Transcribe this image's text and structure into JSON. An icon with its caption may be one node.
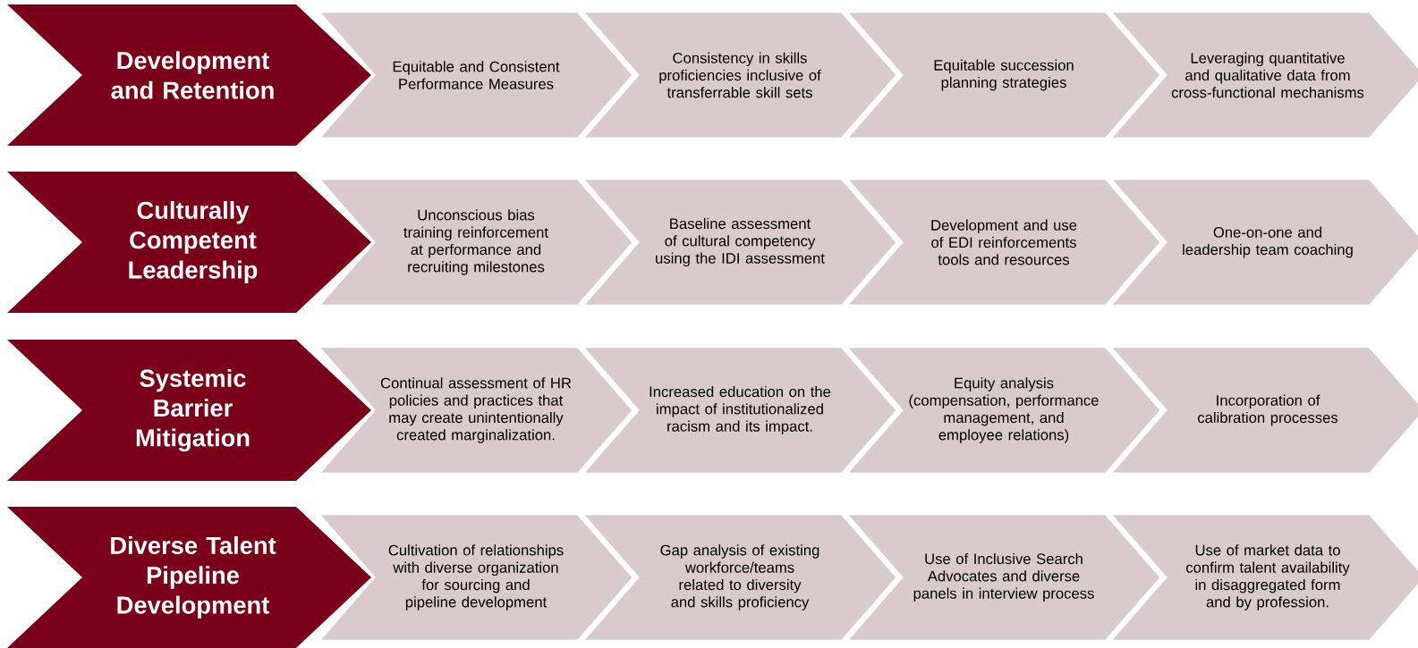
{
  "diagram": {
    "nodes": [
      {
        "text": [
          "Development and Retention"
        ]
      },
      {
        "text": [
          "Equitable and Consistent Performance Measures"
        ]
      },
      {
        "text": [
          "Consistency in skills proficiencies inclusive of transferrable skill sets"
        ]
      },
      {
        "text": [
          "Equitable succession planning strategies"
        ]
      },
      {
        "text": [
          "Leveraging quantitative and qualitative data from cross-functional mechanisms"
        ]
      },
      {
        "text": [
          "Culturally Competent Leadership"
        ]
      },
      {
        "text": [
          "Unconscious bias training reinforcement at performance and recruiting milestones"
        ]
      },
      {
        "text": [
          "Baseline assessment of cultural competency using the IDI assessment"
        ]
      },
      {
        "text": [
          "Development and use of EDI reinforcements tools and resources"
        ]
      },
      {
        "text": [
          "One-on-one and leadership team coaching"
        ]
      },
      {
        "text": [
          "Systemic Barrier Mitigation"
        ]
      },
      {
        "text": [
          "Continual assessment of HR policies and practices that may create unintentionally created marginalization."
        ]
      },
      {
        "text": [
          "Increased education on the impact of institutionalized racism and its impact."
        ]
      },
      {
        "text": [
          "Equity analysis (compensation, performance management, and employee relations)"
        ]
      },
      {
        "text": [
          "Incorporation of calibration processes"
        ]
      },
      {
        "text": [
          "Diverse Talent Pipeline Development"
        ]
      },
      {
        "text": [
          "Cultivation of relationships with diverse organization for sourcing and pipeline development"
        ]
      },
      {
        "text": [
          "Gap analysis of existing workforce/teams related to diversity and skills proficiency"
        ]
      },
      {
        "text": [
          "Use of Inclusive Search Advocates and diverse panels in interview process"
        ]
      },
      {
        "text": [
          "Use of market data to confirm talent availability in disaggregated form and by profession."
        ]
      }
    ]
  }
}
